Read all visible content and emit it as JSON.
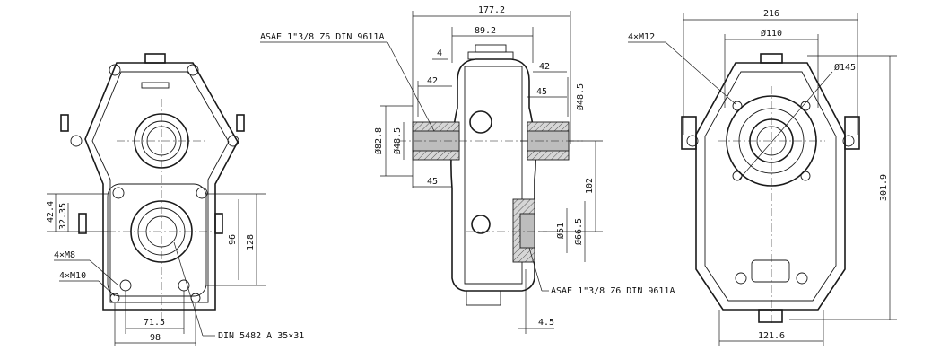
{
  "front_view": {
    "dims": {
      "d42_4": "42.4",
      "d32_35": "32.35",
      "d96": "96",
      "d128": "128",
      "d71_5": "71.5",
      "d98": "98"
    },
    "labels": {
      "holes_m8": "4×M8",
      "holes_m10": "4×M10",
      "spline": "DIN 5482 A 35×31"
    }
  },
  "side_view": {
    "dims": {
      "d177_2": "177.2",
      "d89_2": "89.2",
      "d4": "4",
      "d42_left": "42",
      "d42_right": "42",
      "d45_upper": "45",
      "d45_lower": "45",
      "dia48_5_right": "Ø48.5",
      "dia82_8": "Ø82.8",
      "dia48_5_left": "Ø48.5",
      "d102": "102",
      "dia51": "Ø51",
      "dia66_5": "Ø66.5",
      "d4_5": "4.5"
    },
    "labels": {
      "asae_top": "ASAE 1\"3/8 Z6 DIN 9611A",
      "asae_bottom": "ASAE 1\"3/8 Z6 DIN 9611A"
    }
  },
  "back_view": {
    "dims": {
      "d216": "216",
      "dia110": "Ø110",
      "dia145": "Ø145",
      "d301_9": "301.9",
      "d121_6": "121.6"
    },
    "labels": {
      "holes_m12": "4×M12"
    }
  }
}
